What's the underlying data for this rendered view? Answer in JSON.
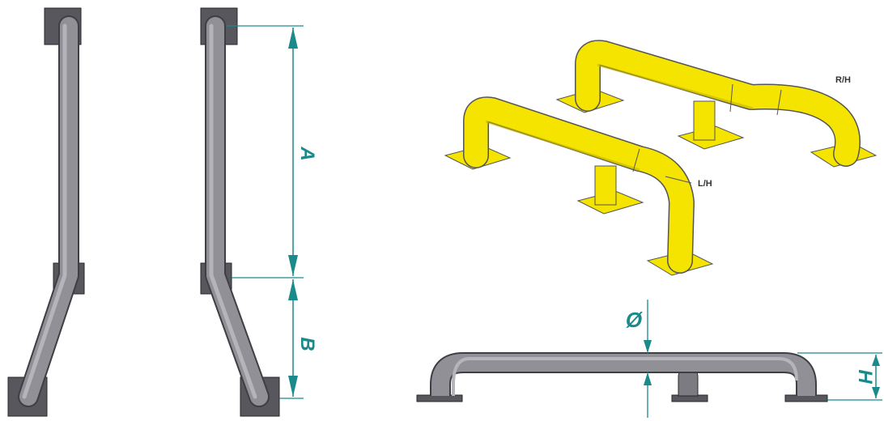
{
  "labels": {
    "dim_a": "A",
    "dim_b": "B",
    "diameter": "Ø",
    "height": "H",
    "right_hand": "R/H",
    "left_hand": "L/H"
  },
  "colors": {
    "steel": "#8e8e94",
    "steel_dark": "#5d5d63",
    "plate": "#57575d",
    "yellow": "#f4e400",
    "yellow_dark": "#c4b400",
    "dimension": "#1a8a8a"
  }
}
